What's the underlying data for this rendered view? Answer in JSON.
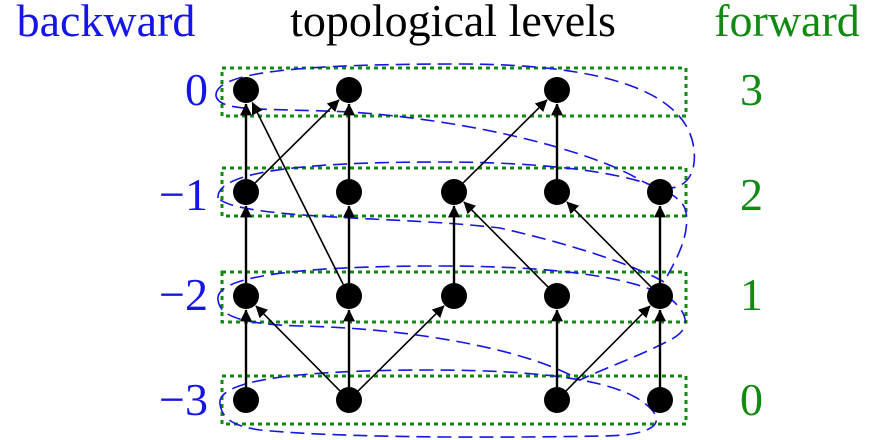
{
  "headers": {
    "backward": "backward",
    "title": "topological levels",
    "forward": "forward"
  },
  "backward_labels": [
    "0",
    "−1",
    "−2",
    "−3"
  ],
  "forward_labels": [
    "3",
    "2",
    "1",
    "0"
  ],
  "colors": {
    "backward": "#1515e6",
    "forward": "#118a11",
    "node": "#000000",
    "edge": "#000000"
  },
  "graph": {
    "nodes": [
      {
        "id": "n00",
        "col": 0,
        "row": 0
      },
      {
        "id": "n01",
        "col": 1,
        "row": 0
      },
      {
        "id": "n03",
        "col": 3,
        "row": 0
      },
      {
        "id": "n10",
        "col": 0,
        "row": 1
      },
      {
        "id": "n11",
        "col": 1,
        "row": 1
      },
      {
        "id": "n12",
        "col": 2,
        "row": 1
      },
      {
        "id": "n13",
        "col": 3,
        "row": 1
      },
      {
        "id": "n14",
        "col": 4,
        "row": 1
      },
      {
        "id": "n20",
        "col": 0,
        "row": 2
      },
      {
        "id": "n21",
        "col": 1,
        "row": 2
      },
      {
        "id": "n22",
        "col": 2,
        "row": 2
      },
      {
        "id": "n23",
        "col": 3,
        "row": 2
      },
      {
        "id": "n24",
        "col": 4,
        "row": 2
      },
      {
        "id": "n30",
        "col": 0,
        "row": 3
      },
      {
        "id": "n31",
        "col": 1,
        "row": 3
      },
      {
        "id": "n33",
        "col": 3,
        "row": 3
      },
      {
        "id": "n34",
        "col": 4,
        "row": 3
      }
    ],
    "edges": [
      {
        "from": "n10",
        "to": "n00"
      },
      {
        "from": "n10",
        "to": "n01"
      },
      {
        "from": "n11",
        "to": "n01"
      },
      {
        "from": "n13",
        "to": "n03"
      },
      {
        "from": "n12",
        "to": "n03"
      },
      {
        "from": "n21",
        "to": "n00"
      },
      {
        "from": "n20",
        "to": "n10"
      },
      {
        "from": "n21",
        "to": "n11"
      },
      {
        "from": "n22",
        "to": "n12"
      },
      {
        "from": "n23",
        "to": "n12"
      },
      {
        "from": "n24",
        "to": "n13"
      },
      {
        "from": "n24",
        "to": "n14"
      },
      {
        "from": "n30",
        "to": "n20"
      },
      {
        "from": "n31",
        "to": "n20"
      },
      {
        "from": "n31",
        "to": "n21"
      },
      {
        "from": "n31",
        "to": "n22"
      },
      {
        "from": "n33",
        "to": "n23"
      },
      {
        "from": "n33",
        "to": "n24"
      },
      {
        "from": "n34",
        "to": "n24"
      }
    ]
  }
}
